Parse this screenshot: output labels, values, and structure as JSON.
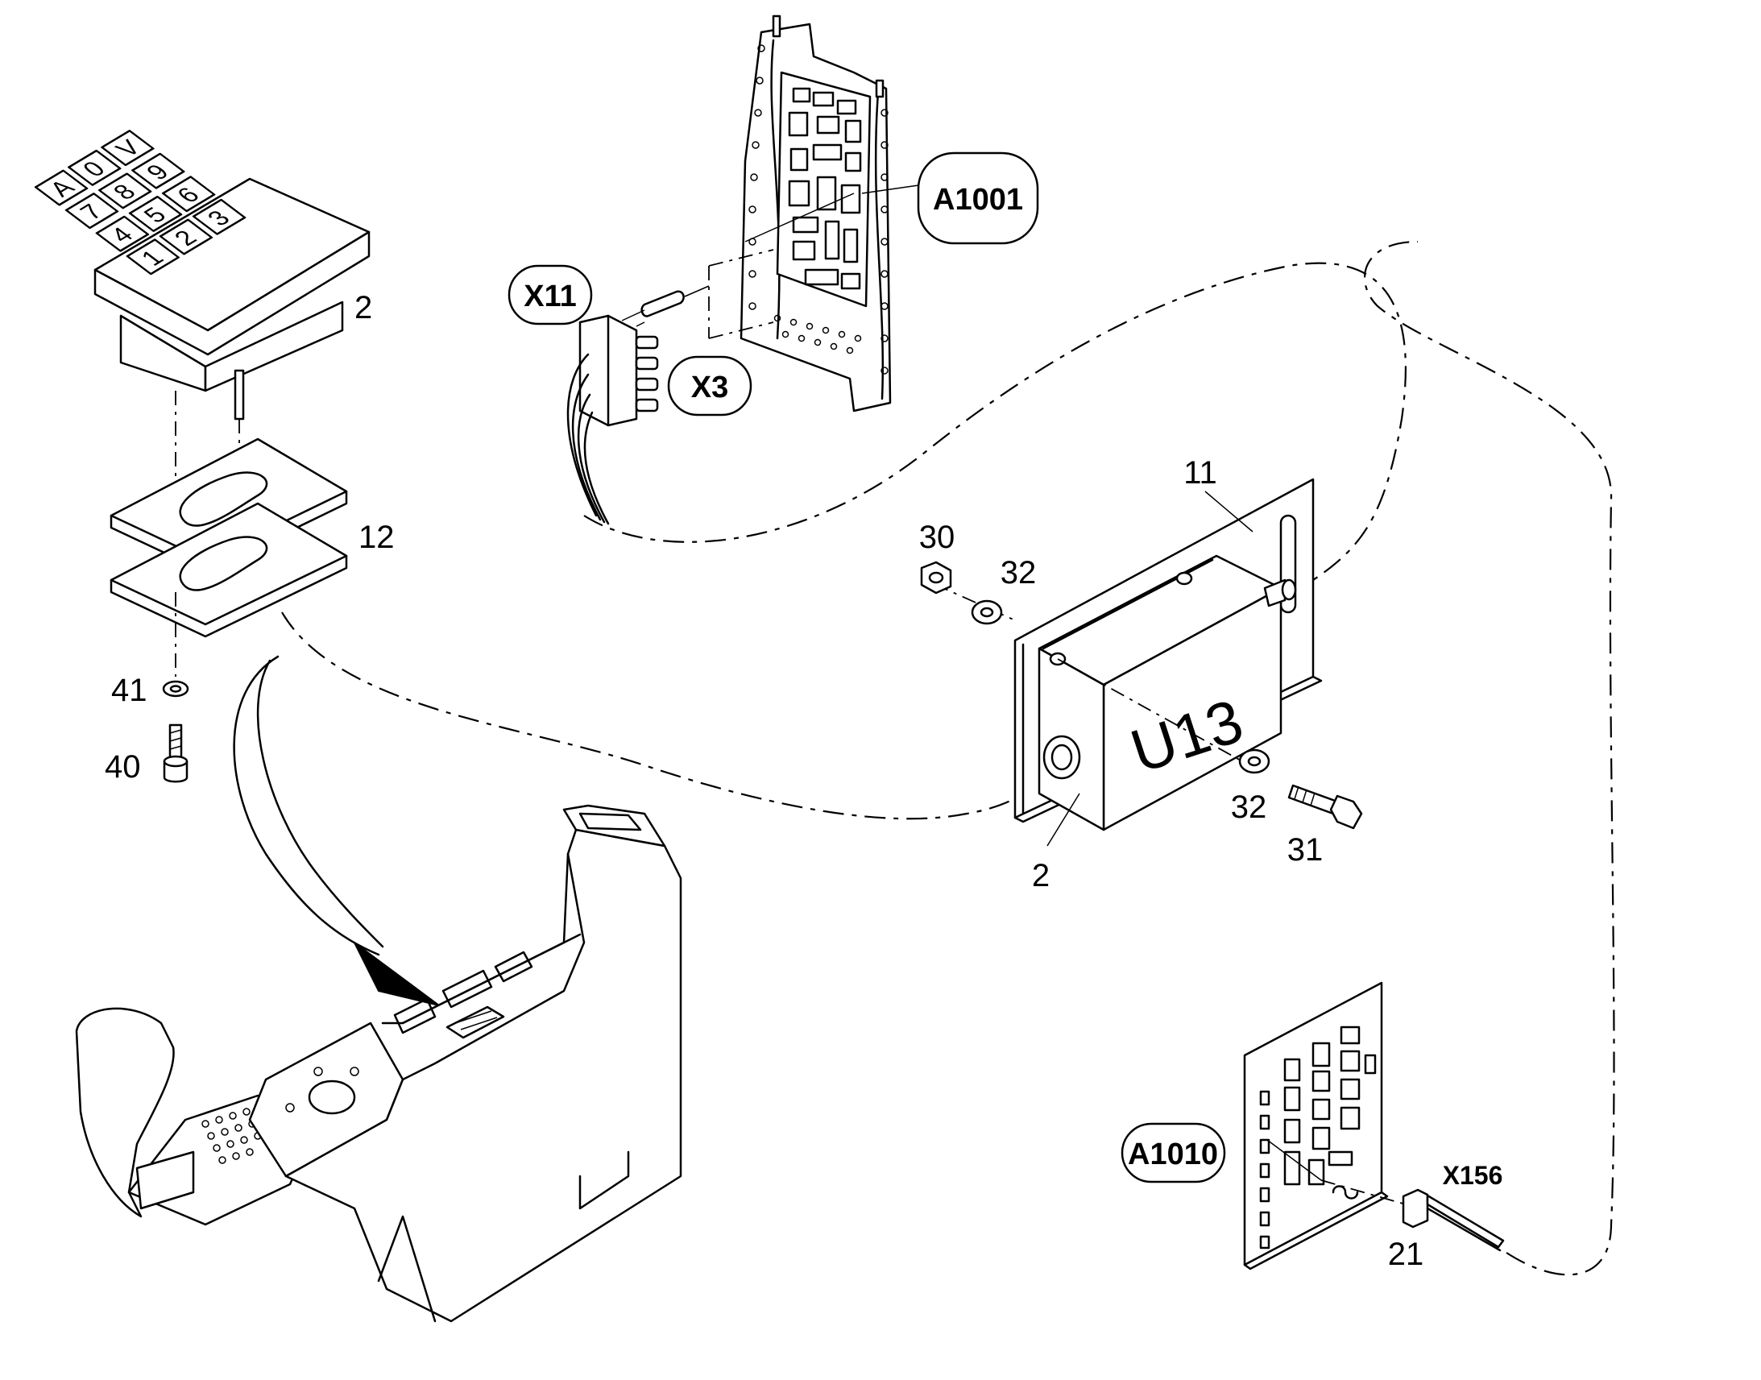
{
  "labels": {
    "keypad_part": "2",
    "gasket_part": "12",
    "washer_41": "41",
    "screw_40": "40",
    "plate_11": "11",
    "nut_30": "30",
    "washer_32a": "32",
    "washer_32b": "32",
    "bolt_31": "31",
    "unit_2": "2",
    "cable_21": "21",
    "unit_marking": "U13"
  },
  "callouts": {
    "a1001": "A1001",
    "x11": "X11",
    "x3": "X3",
    "a1010": "A1010",
    "x156": "X156"
  },
  "keypad_keys": {
    "row1": [
      "A",
      "0",
      "V"
    ],
    "row2": [
      "7",
      "8",
      "9"
    ],
    "row3": [
      "4",
      "5",
      "6"
    ],
    "row4": [
      "1",
      "2",
      "3"
    ]
  }
}
